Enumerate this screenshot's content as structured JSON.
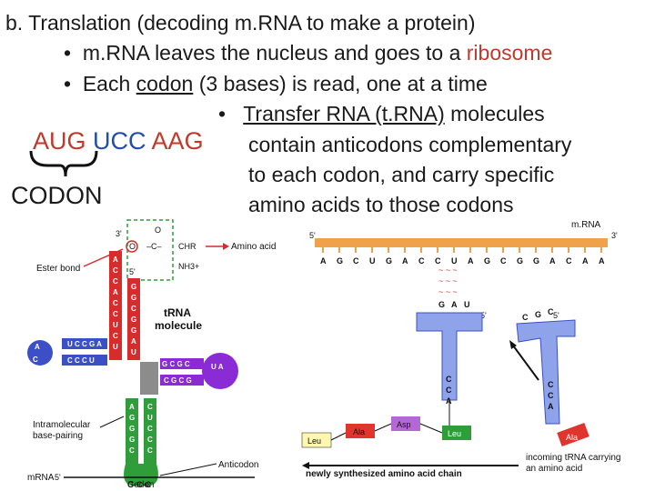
{
  "heading": {
    "prefix": "b. Translation (decoding m.RNA to make a protein)"
  },
  "bullets": {
    "b1_text": "m.RNA leaves the nucleus and goes to a",
    "b1_highlight": "ribosome",
    "b2_pre": "Each",
    "b2_underline": "codon",
    "b2_post": "(3 bases) is read, one at a time",
    "b3_underline1": "Transfer RNA (t.RNA)",
    "b3_line1_post": "molecules",
    "b3_line2": "contain anticodons complementary",
    "b3_line3": "to each codon, and carry specific",
    "b3_line4": "amino acids to those codons"
  },
  "codon_example": {
    "first": "AUG",
    "second": "UCC",
    "third": "AAG",
    "label": "CODON"
  },
  "trna_diagram": {
    "three_prime": "3'",
    "five_prime": "5'",
    "amino_acid": "Amino acid",
    "ester_bond": "Ester bond",
    "trna_molecule_1": "tRNA",
    "trna_molecule_2": "molecule",
    "intramolecular_1": "Intramolecular",
    "intramolecular_2": "base-pairing",
    "anticodon": "Anticodon",
    "mrna": "mRNA",
    "codon": "Codon",
    "chr": "CHR",
    "nh3": "NH3+",
    "codon_bases": "G-C-C"
  },
  "ribosome_diagram": {
    "mrna_label": "m.RNA",
    "five_prime": "5'",
    "three_prime": "3'",
    "mrna_bases": [
      "A",
      "G",
      "C",
      "U",
      "G",
      "A",
      "C",
      "C",
      "U",
      "A",
      "G",
      "C",
      "G",
      "G",
      "A",
      "C",
      "A",
      "A"
    ],
    "anticodon_left": [
      "G",
      "A",
      "U"
    ],
    "anticodon_right": [
      "C",
      "G",
      "C"
    ],
    "acceptor_left": [
      "C",
      "C",
      "A"
    ],
    "acceptor_right": [
      "C",
      "C",
      "A"
    ],
    "amino_acids": [
      "Leu",
      "Ala",
      "Asp",
      "Leu",
      "Ala"
    ],
    "chain_label": "newly synthesized amino acid chain",
    "incoming_1": "incoming tRNA carrying",
    "incoming_2": "an amino acid"
  },
  "colors": {
    "red": "#c0392b",
    "blue": "#1f4fa8",
    "trna_red": "#d62c2c",
    "trna_blue": "#3b4fc7",
    "trna_purple": "#8a2bd6",
    "trna_gray": "#8c8c8c",
    "trna_green": "#2f9e3a",
    "ribo_blue": "#8fa3ea",
    "mrna_orange": "#f0a24a"
  }
}
